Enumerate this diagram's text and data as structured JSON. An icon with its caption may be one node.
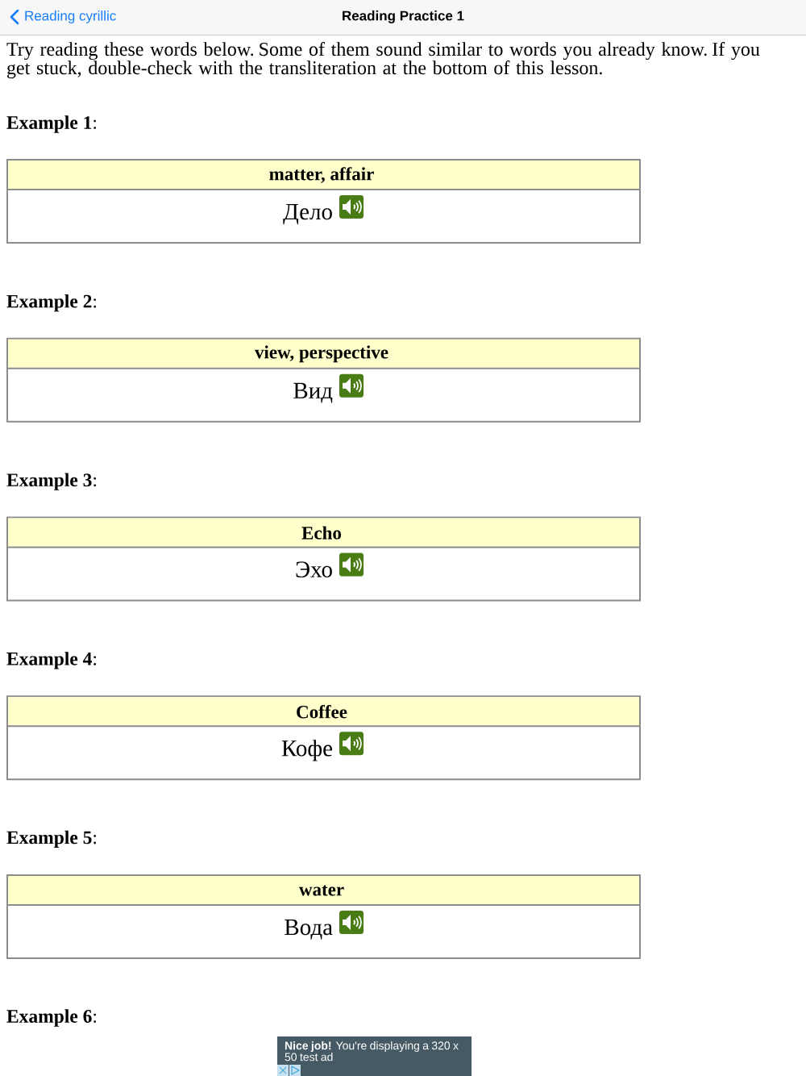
{
  "diagram": {
    "title": "Reading Practice 1",
    "nodes": [
      {
        "text": [
          "matter, affair",
          "Дело"
        ]
      },
      {
        "text": [
          "view, perspective",
          "Вид"
        ]
      },
      {
        "text": [
          "Echo",
          "Эхо"
        ]
      },
      {
        "text": [
          "Coffee",
          "Кофе"
        ]
      },
      {
        "text": [
          "water",
          "Вода"
        ]
      }
    ],
    "labels": [
      "Reading cyrillic",
      "Try reading these words below. Some of them sound similar to words you already know. If you get stuck, double-check with the transliteration at the bottom of this lesson.",
      "**Example 1**:",
      "**Example 2**:",
      "**Example 3**:",
      "**Example 4**:",
      "**Example 5**:",
      "**Example 6**:",
      "**Nice job!** You're displaying a 320 x 50 test ad"
    ]
  }
}
